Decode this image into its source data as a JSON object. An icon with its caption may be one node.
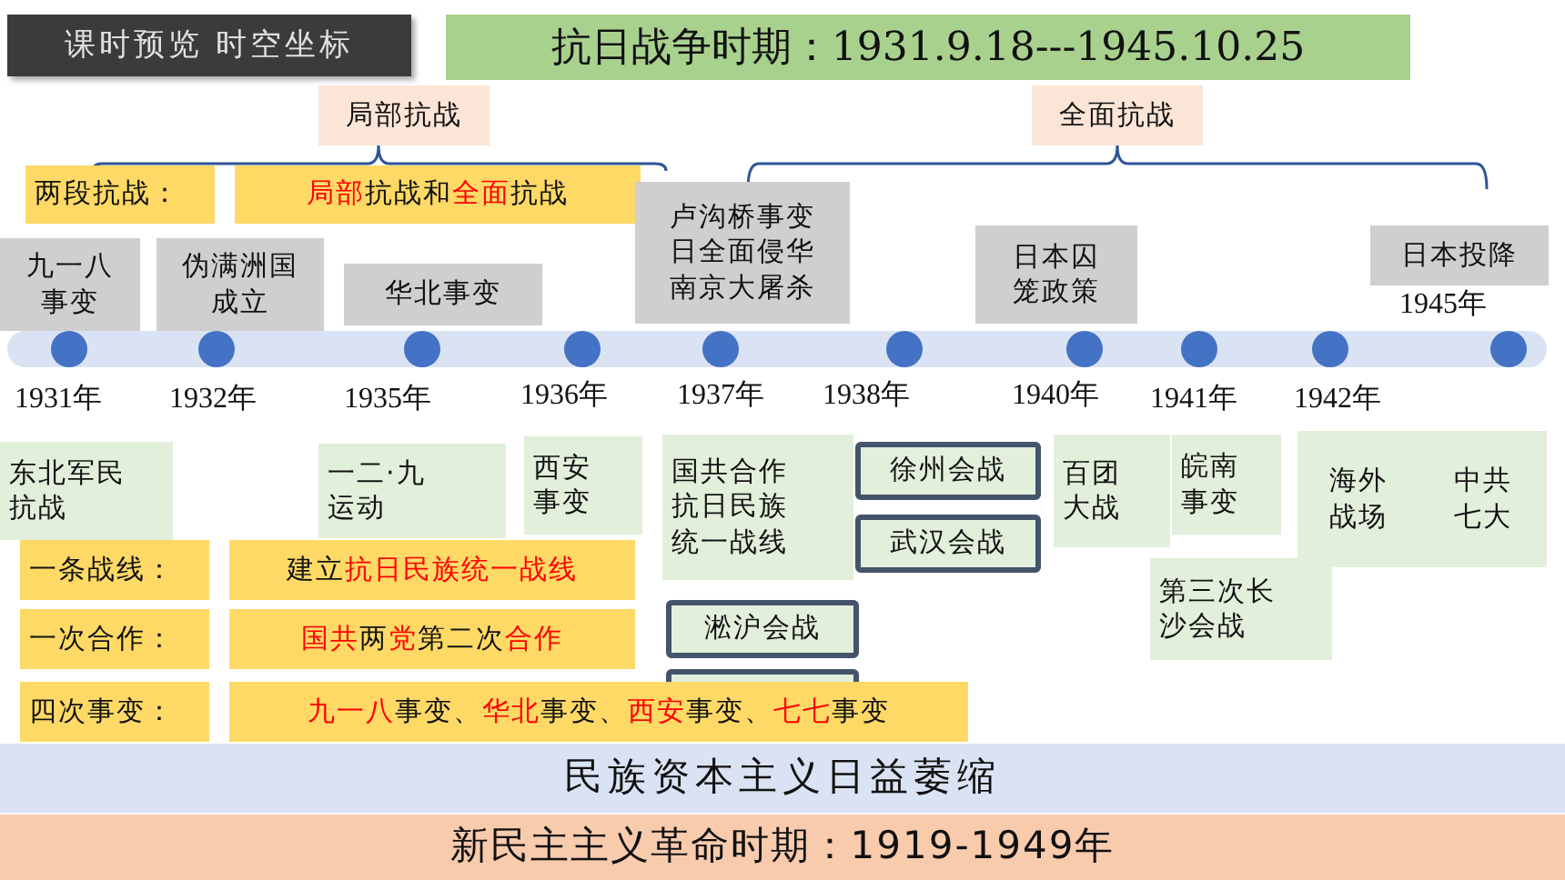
{
  "diagram": {
    "title": "抗日战争时期：1931.9.18---1945.10.25",
    "nodes": [
      {
        "text": [
          "课时预览 时空坐标"
        ]
      },
      {
        "text": [
          "局部抗战"
        ]
      },
      {
        "text": [
          "全面抗战"
        ]
      },
      {
        "text": [
          "两段抗战："
        ]
      },
      {
        "text": [
          "**局部**抗战和**全面**抗战"
        ]
      },
      {
        "text": [
          "九一八事变"
        ]
      },
      {
        "text": [
          "伪满洲国成立"
        ]
      },
      {
        "text": [
          "华北事变"
        ]
      },
      {
        "text": [
          "卢沟桥事变",
          "日全面侵华",
          "南京大屠杀"
        ]
      },
      {
        "text": [
          "日本囚笼政策"
        ]
      },
      {
        "text": [
          "日本投降"
        ],
        "beside": [
          "1945年"
        ]
      },
      {
        "text": [
          "东北军民抗战"
        ]
      },
      {
        "text": [
          "一二·九运动"
        ]
      },
      {
        "text": [
          "西安事变"
        ]
      },
      {
        "text": [
          "国共合作",
          "抗日民族统一战线"
        ]
      },
      {
        "text": [
          "徐州会战"
        ]
      },
      {
        "text": [
          "武汉会战"
        ]
      },
      {
        "text": [
          "淞沪会战"
        ]
      },
      {
        "text": [],
        "shape": "box"
      },
      {
        "text": [
          "百团大战"
        ]
      },
      {
        "text": [
          "皖南事变"
        ]
      },
      {
        "text": [
          "第三次长沙会战"
        ]
      },
      {
        "text": [
          "海外战场"
        ]
      },
      {
        "text": [
          "中共七大"
        ]
      },
      {
        "text": [
          "一条战线："
        ]
      },
      {
        "text": [
          "建立**抗日民族统一战线**"
        ]
      },
      {
        "text": [
          "一次合作："
        ]
      },
      {
        "text": [
          "**国共**两**党**第二次**合作**"
        ]
      },
      {
        "text": [
          "四次事变："
        ]
      },
      {
        "text": [
          "**九一八**事变、**华北**事变、**西安**事变、**七七**事变"
        ]
      },
      {
        "text": [
          "民族资本主义日益萎缩"
        ]
      },
      {
        "text": [
          "新民主主义革命时期：1919-1949年"
        ]
      }
    ],
    "labels": [
      "1931年",
      "1932年",
      "1935年",
      "1936年",
      "1937年",
      "1938年",
      "1940年",
      "1941年",
      "1942年"
    ]
  }
}
